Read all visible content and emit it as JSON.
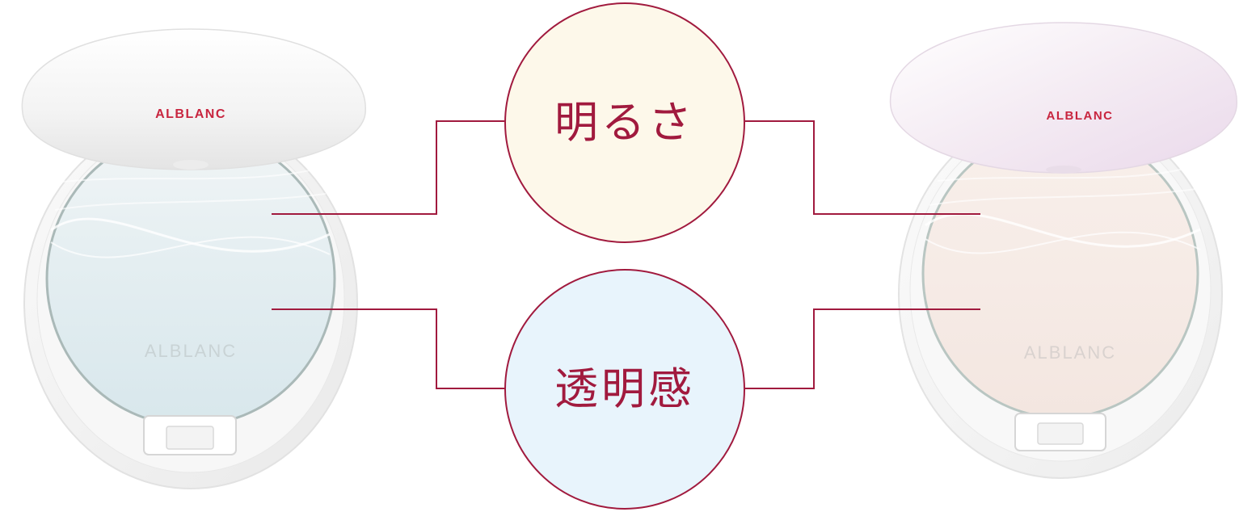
{
  "features": {
    "top": {
      "label": "明るさ",
      "fill": "#fdf8ea"
    },
    "bottom": {
      "label": "透明感",
      "fill": "#e8f4fc"
    }
  },
  "products": {
    "left": {
      "lid_logo": "ALBLANC",
      "powder_logo": "ALBLANC",
      "lid_color": "#f4f4f4",
      "powder_color": "#dde9ee"
    },
    "right": {
      "lid_logo": "ALBLANC",
      "powder_logo": "ALBLANC",
      "lid_color": "#f2e6f3",
      "powder_color": "#f6ece6"
    }
  },
  "colors": {
    "accent": "#a11a3e",
    "logo_red": "#c8253f"
  }
}
